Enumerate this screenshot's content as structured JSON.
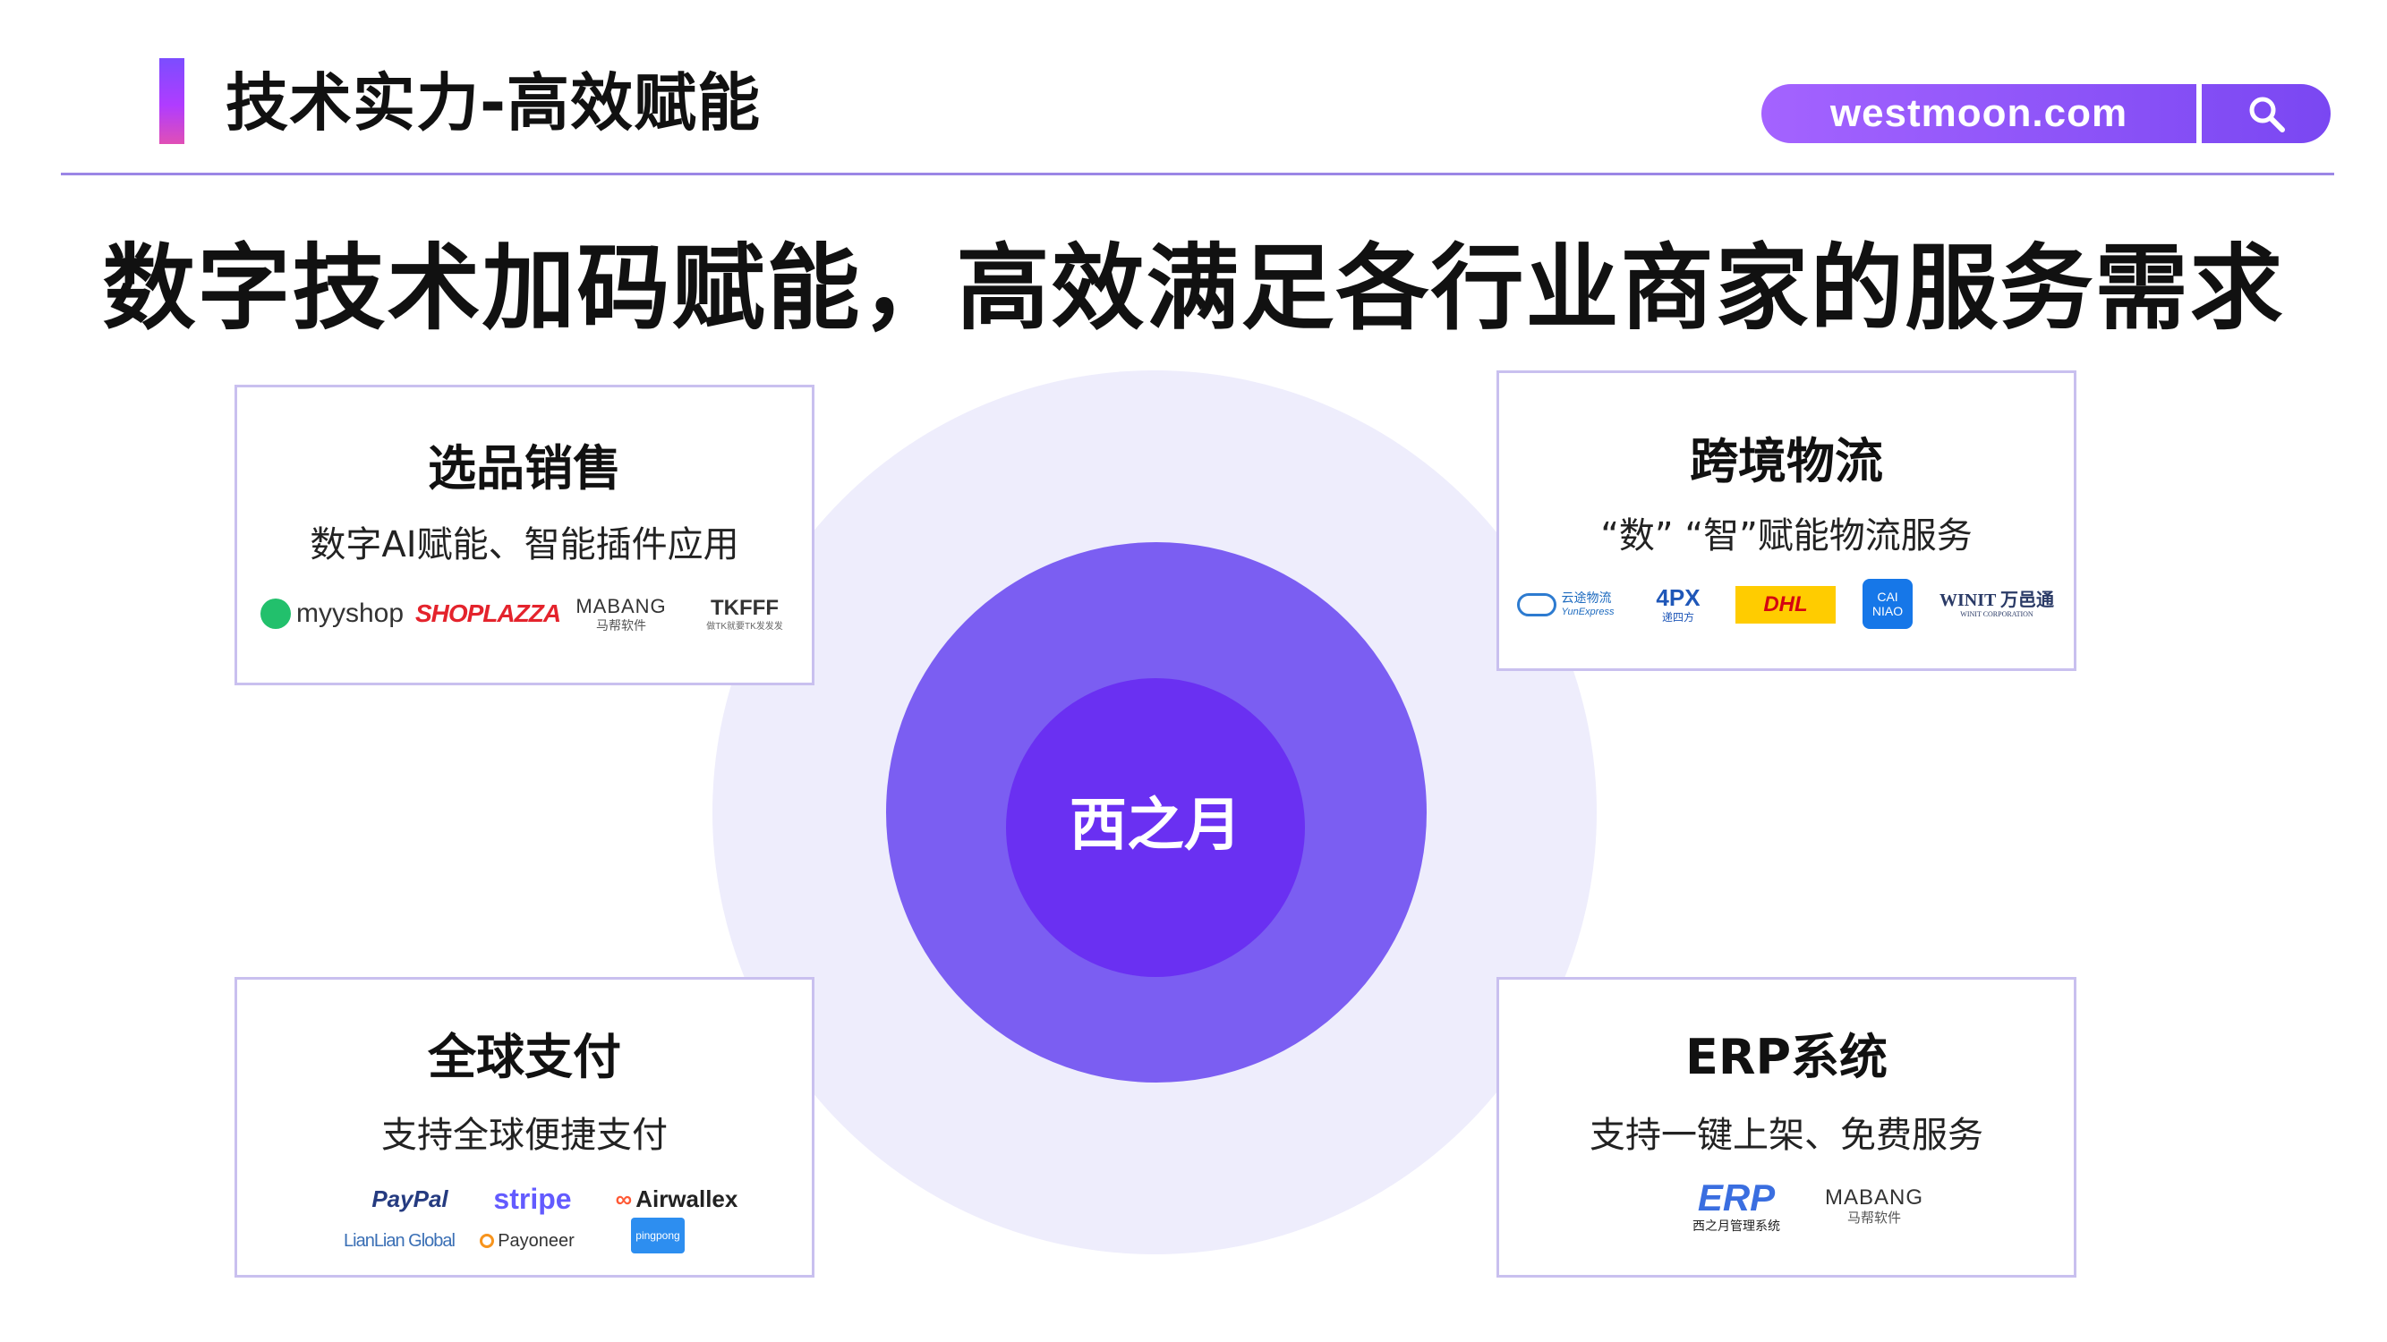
{
  "header": {
    "title": "技术实力-高效赋能",
    "site": "westmoon.com",
    "search_icon": "search-icon"
  },
  "headline": "数字技术加码赋能，高效满足各行业商家的服务需求",
  "center": {
    "label": "西之月"
  },
  "colors": {
    "accent": "#7a47f2",
    "circle_outer": "#eeedfc",
    "circle_mid": "#7b5ef2",
    "circle_inner": "#6a30f2",
    "card_border": "#c9c0ef"
  },
  "cards": {
    "product_sales": {
      "title": "选品销售",
      "subtitle": "数字AI赋能、智能插件应用",
      "logos": {
        "myyshop": "myyshop",
        "shoplazza": "SHOPLAZZA",
        "mabang": "MABANG",
        "mabang_cn": "马帮软件",
        "tkfff": "TKFFF",
        "tkfff_sub": "做TK就要TK发发发"
      }
    },
    "logistics": {
      "title": "跨境物流",
      "subtitle": "“数” “智”赋能物流服务",
      "logos": {
        "yun": "云途物流",
        "yun_sub": "YunExpress",
        "px4": "4PX",
        "px4_sub": "递四方",
        "dhl": "DHL",
        "cainiao1": "CAI",
        "cainiao2": "NIAO",
        "winit": "WINIT 万邑通",
        "winit_sub": "WINIT CORPORATION"
      }
    },
    "payment": {
      "title": "全球支付",
      "subtitle": "支持全球便捷支付",
      "logos": {
        "paypal_a": "PayPal",
        "stripe": "stripe",
        "airwallex": "Airwallex",
        "lianlian": "LianLian Global",
        "payoneer": "Payoneer",
        "pingpong": "pingpong"
      }
    },
    "erp": {
      "title": "ERP系统",
      "subtitle": "支持一键上架、免费服务",
      "logos": {
        "erp": "ERP",
        "erp_sub": "西之月管理系统",
        "mabang": "MABANG",
        "mabang_cn": "马帮软件"
      }
    }
  }
}
